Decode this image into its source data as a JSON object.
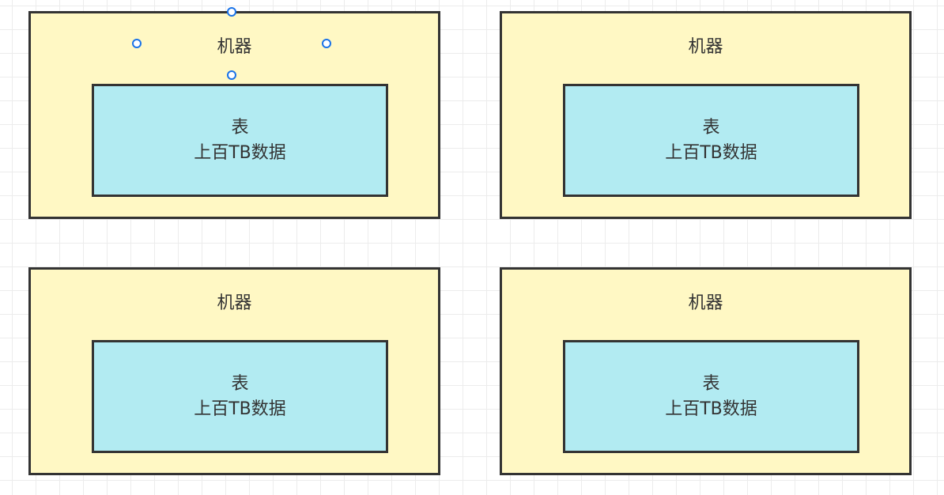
{
  "machines": [
    {
      "label": "机器",
      "table": {
        "title": "表",
        "subtitle": "上百TB数据"
      }
    },
    {
      "label": "机器",
      "table": {
        "title": "表",
        "subtitle": "上百TB数据"
      }
    },
    {
      "label": "机器",
      "table": {
        "title": "表",
        "subtitle": "上百TB数据"
      }
    },
    {
      "label": "机器",
      "table": {
        "title": "表",
        "subtitle": "上百TB数据"
      }
    }
  ]
}
